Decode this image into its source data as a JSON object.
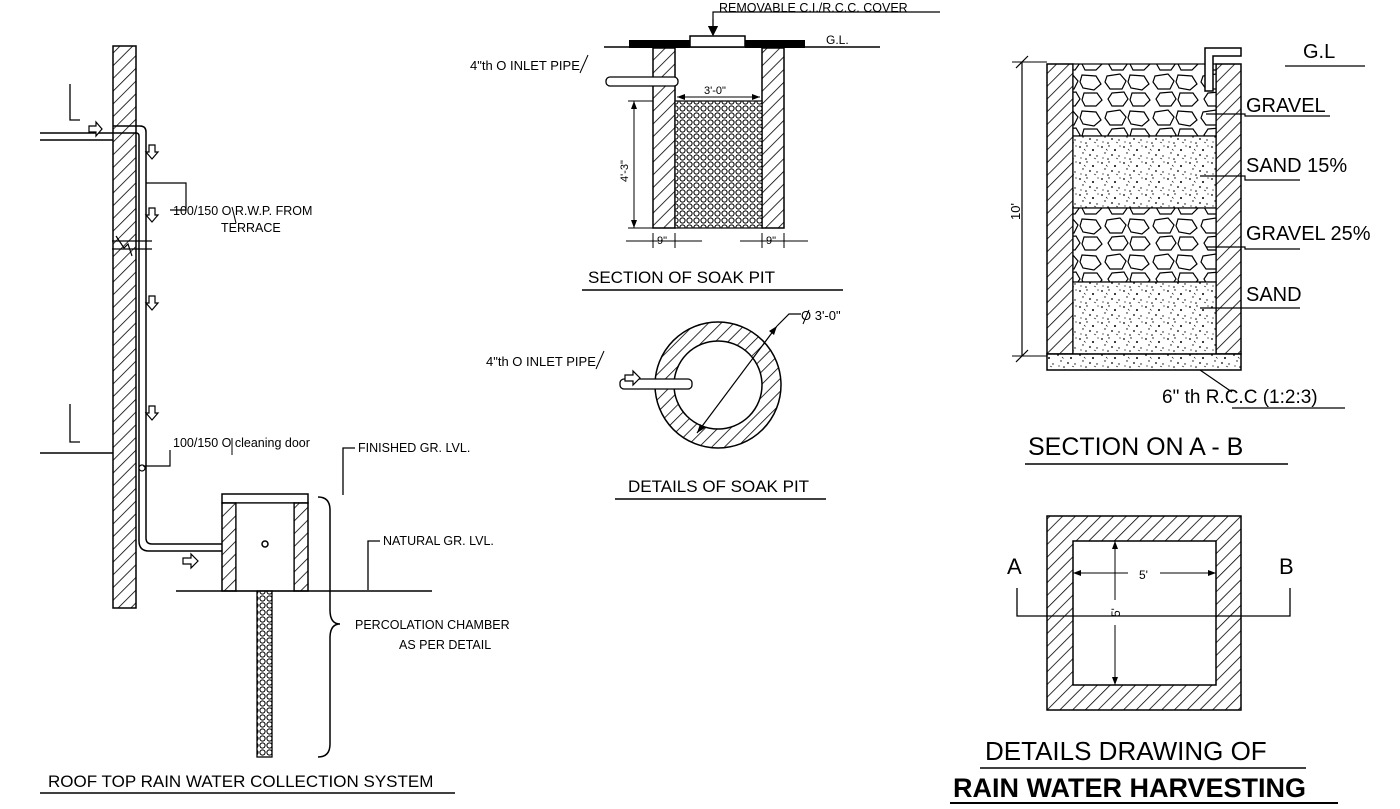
{
  "roof_system": {
    "rwp_label_1": "100/150 O R.W.P. FROM",
    "rwp_label_2": "TERRACE",
    "cleaning_door": "100/150 O cleaning door",
    "finished_gr": "FINISHED GR. LVL.",
    "natural_gr": "NATURAL GR. LVL.",
    "percolation_1": "PERCOLATION CHAMBER",
    "percolation_2": "AS PER DETAIL",
    "title": "ROOF TOP RAIN WATER COLLECTION SYSTEM"
  },
  "soak_pit_section": {
    "cover": "REMOVABLE C.I./R.C.C. COVER",
    "gl": "G.L.",
    "inlet": "4\"th O INLET PIPE",
    "width": "3'-0\"",
    "depth": "4'-3\"",
    "wall_left": "9\"",
    "wall_right": "9\"",
    "title": "SECTION OF SOAK PIT"
  },
  "soak_pit_plan": {
    "diameter": "O 3'-0\"",
    "inlet": "4\"th O INLET PIPE",
    "title": "DETAILS OF SOAK PIT"
  },
  "section_ab": {
    "gl": "G.L",
    "depth": "10'",
    "layers": [
      "GRAVEL",
      "SAND 15%",
      "GRAVEL 25%",
      "SAND"
    ],
    "base": "6\" th R.C.C (1:2:3)",
    "title": "SECTION ON  A - B"
  },
  "plan_ab": {
    "label_a": "A",
    "label_b": "B",
    "dim_h": "5'",
    "dim_v": "5'"
  },
  "main_title": {
    "line1": "DETAILS DRAWING OF",
    "line2": "RAIN WATER HARVESTING"
  },
  "colors": {
    "ink": "#000000",
    "paper": "#ffffff"
  }
}
